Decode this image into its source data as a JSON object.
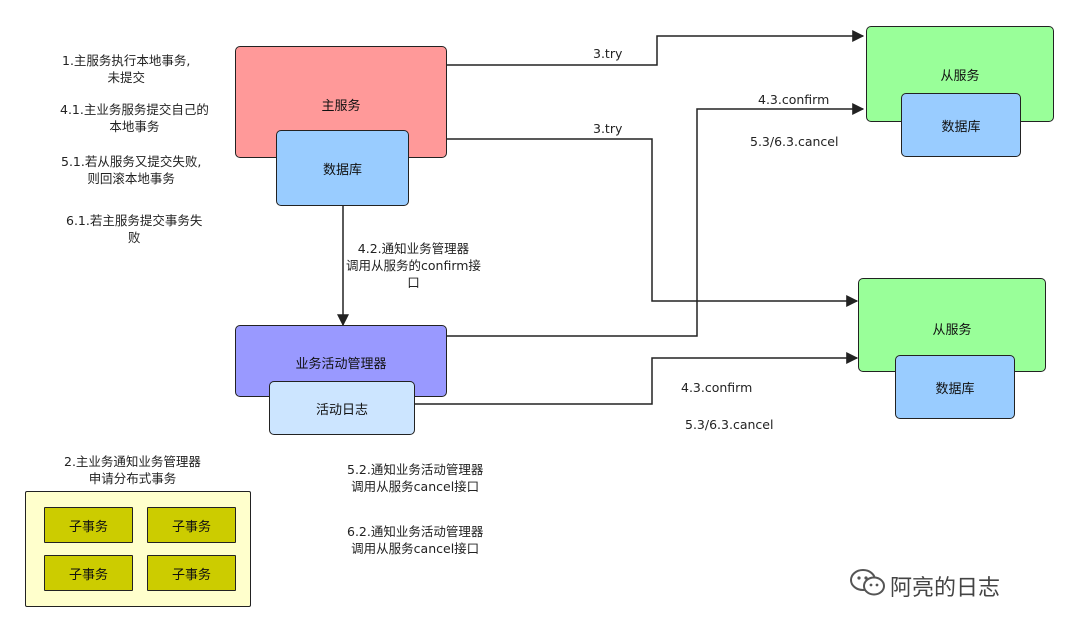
{
  "notes": {
    "n1_line1": "1.主服务执行本地事务,",
    "n1_line2": "未提交",
    "n41_line1": "4.1.主业务服务提交自己的",
    "n41_line2": "本地事务",
    "n51_line1": "5.1.若从服务又提交失败,",
    "n51_line2": "则回滚本地事务",
    "n61_line1": "6.1.若主服务提交事务失",
    "n61_line2": "败",
    "n2_line1": "2.主业务通知业务管理器",
    "n2_line2": "申请分布式事务",
    "n42_line1": "4.2.通知业务管理器",
    "n42_line2": "调用从服务的confirm接",
    "n42_line3": "口",
    "n52_line1": "5.2.通知业务活动管理器",
    "n52_line2": "调用从服务cancel接口",
    "n62_line1": "6.2.通知业务活动管理器",
    "n62_line2": "调用从服务cancel接口"
  },
  "nodes": {
    "main_service": "主服务",
    "main_db": "数据库",
    "activity_manager": "业务活动管理器",
    "activity_log": "活动日志",
    "slave1": "从服务",
    "slave1_db": "数据库",
    "slave2": "从服务",
    "slave2_db": "数据库",
    "sub_tx": [
      "子事务",
      "子事务",
      "子事务",
      "子事务"
    ]
  },
  "edge_labels": {
    "try_top": "3.try",
    "try_mid": "3.try",
    "confirm_top": "4.3.confirm",
    "cancel_top": "5.3/6.3.cancel",
    "confirm_bottom": "4.3.confirm",
    "cancel_bottom": "5.3/6.3.cancel"
  },
  "watermark": {
    "text": "阿亮的日志",
    "icon": "wechat-icon"
  },
  "colors": {
    "main_service": "#ff9999",
    "db": "#99ccff",
    "slave": "#99ff99",
    "manager": "#9999ff",
    "log": "#cce5ff",
    "tx_container": "#ffffcc",
    "sub_tx": "#cccc00"
  }
}
